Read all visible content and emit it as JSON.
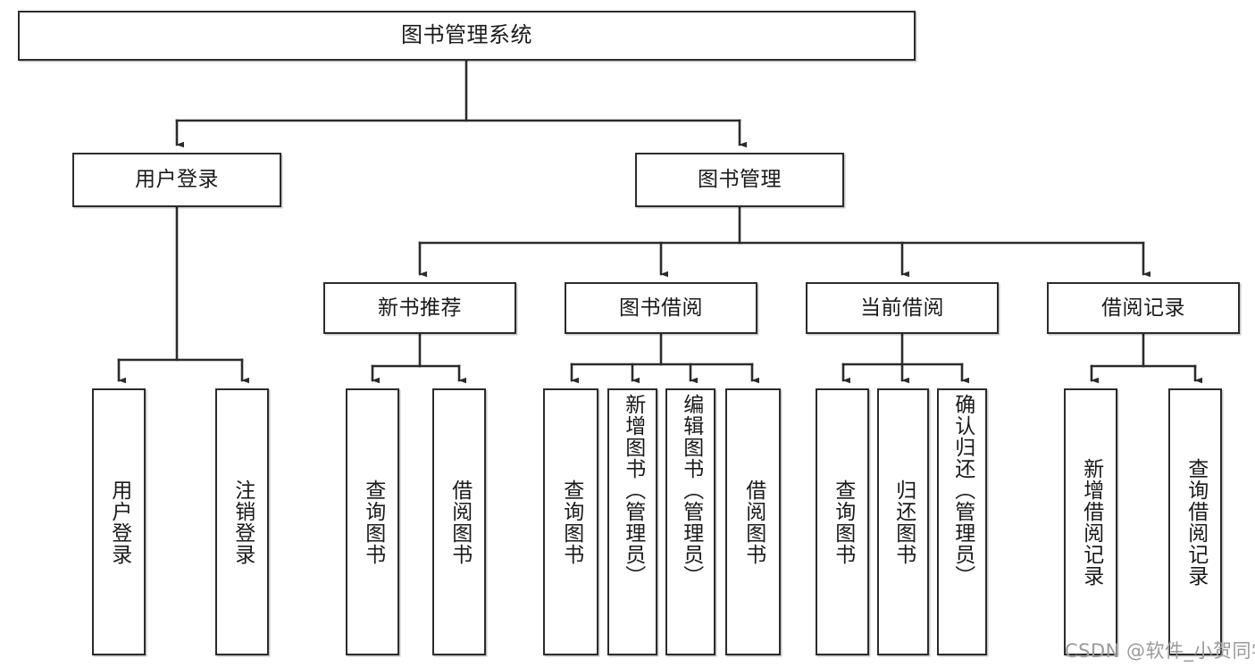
{
  "diagram": {
    "title": "图书管理系统",
    "type": "tree-hierarchy-diagram",
    "watermark": "CSDN @软件_小贺同学",
    "colors": {
      "stroke": "#2b2b2b",
      "fill": "#ffffff",
      "text": "#1a1a1a",
      "watermark": "#9a9a9a"
    },
    "levels": {
      "root": {
        "label": "图书管理系统"
      },
      "level2": [
        {
          "label": "用户登录"
        },
        {
          "label": "图书管理"
        }
      ],
      "level3": [
        {
          "label": "新书推荐"
        },
        {
          "label": "图书借阅"
        },
        {
          "label": "当前借阅"
        },
        {
          "label": "借阅记录"
        }
      ],
      "leaves": {
        "user_login": [
          {
            "label": "用户登录"
          },
          {
            "label": "注销登录"
          }
        ],
        "new_book_recommend": [
          {
            "label": "查询图书"
          },
          {
            "label": "借阅图书"
          }
        ],
        "book_borrow": [
          {
            "label": "查询图书"
          },
          {
            "label": "新增图书（管理员）"
          },
          {
            "label": "编辑图书（管理员）"
          },
          {
            "label": "借阅图书"
          }
        ],
        "current_borrow": [
          {
            "label": "查询图书"
          },
          {
            "label": "归还图书"
          },
          {
            "label": "确认归还（管理员）"
          }
        ],
        "borrow_record": [
          {
            "label": "新增借阅记录"
          },
          {
            "label": "查询借阅记录"
          }
        ]
      }
    }
  }
}
